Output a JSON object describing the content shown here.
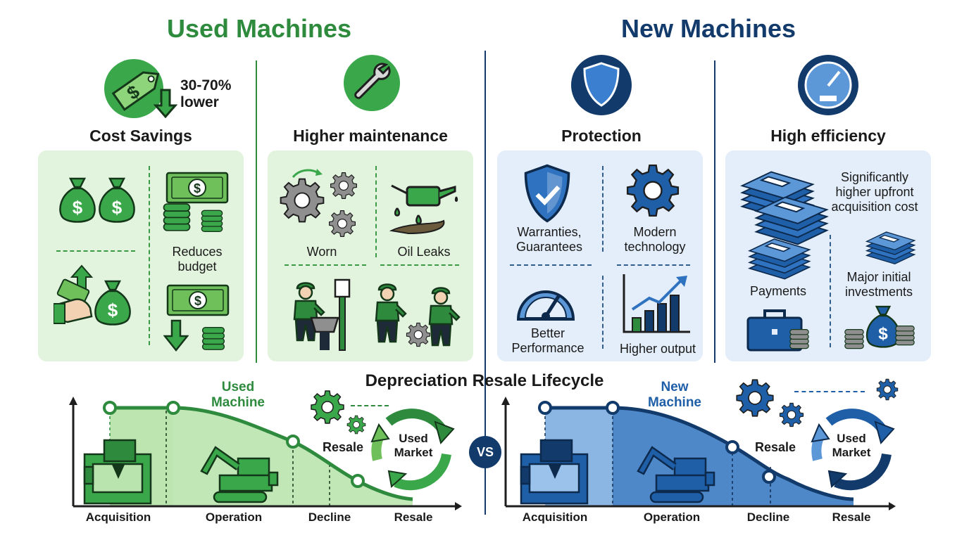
{
  "used": {
    "title": "Used Machines",
    "cost_savings": {
      "title": "Cost Savings",
      "badge": "30-70%\nlower",
      "label": "Reduces\nbudget"
    },
    "maintenance": {
      "title": "Higher maintenance",
      "worn": "Worn",
      "oil": "Oil Leaks"
    }
  },
  "new": {
    "title": "New Machines",
    "protection": {
      "title": "Protection",
      "warranties": "Warranties,\nGuarantees",
      "modern": "Modern\ntechnology",
      "performance": "Better\nPerformance",
      "output": "Higher output"
    },
    "efficiency": {
      "title": "High efficiency",
      "upfront": "Significantly\nhigher upfront\nacquisition cost",
      "payments": "Payments",
      "investments": "Major initial\ninvestments"
    }
  },
  "lifecycle": {
    "title": "Depreciation Resale Lifecycle",
    "vs": "VS",
    "used_curve": "Used\nMachine",
    "new_curve": "New\nMachine",
    "resale_tag": "Resale",
    "market": "Used\nMarket",
    "stages": [
      "Acquisition",
      "Operation",
      "Decline",
      "Resale"
    ]
  },
  "colors": {
    "green": "#2e8b3e",
    "navy": "#123a6b",
    "green_panel": "#e3f4de",
    "blue_panel": "#e3eefa"
  },
  "icons": [
    "price-tag-icon",
    "wrench-icon",
    "shield-icon",
    "gauge-icon",
    "money-bag-icon",
    "banknote-icon",
    "coin-stack-icon",
    "gear-icon",
    "oil-can-icon",
    "mechanic-icon",
    "bar-chart-icon",
    "briefcase-icon",
    "cnc-machine-icon",
    "excavator-icon",
    "cycle-arrows-icon"
  ]
}
